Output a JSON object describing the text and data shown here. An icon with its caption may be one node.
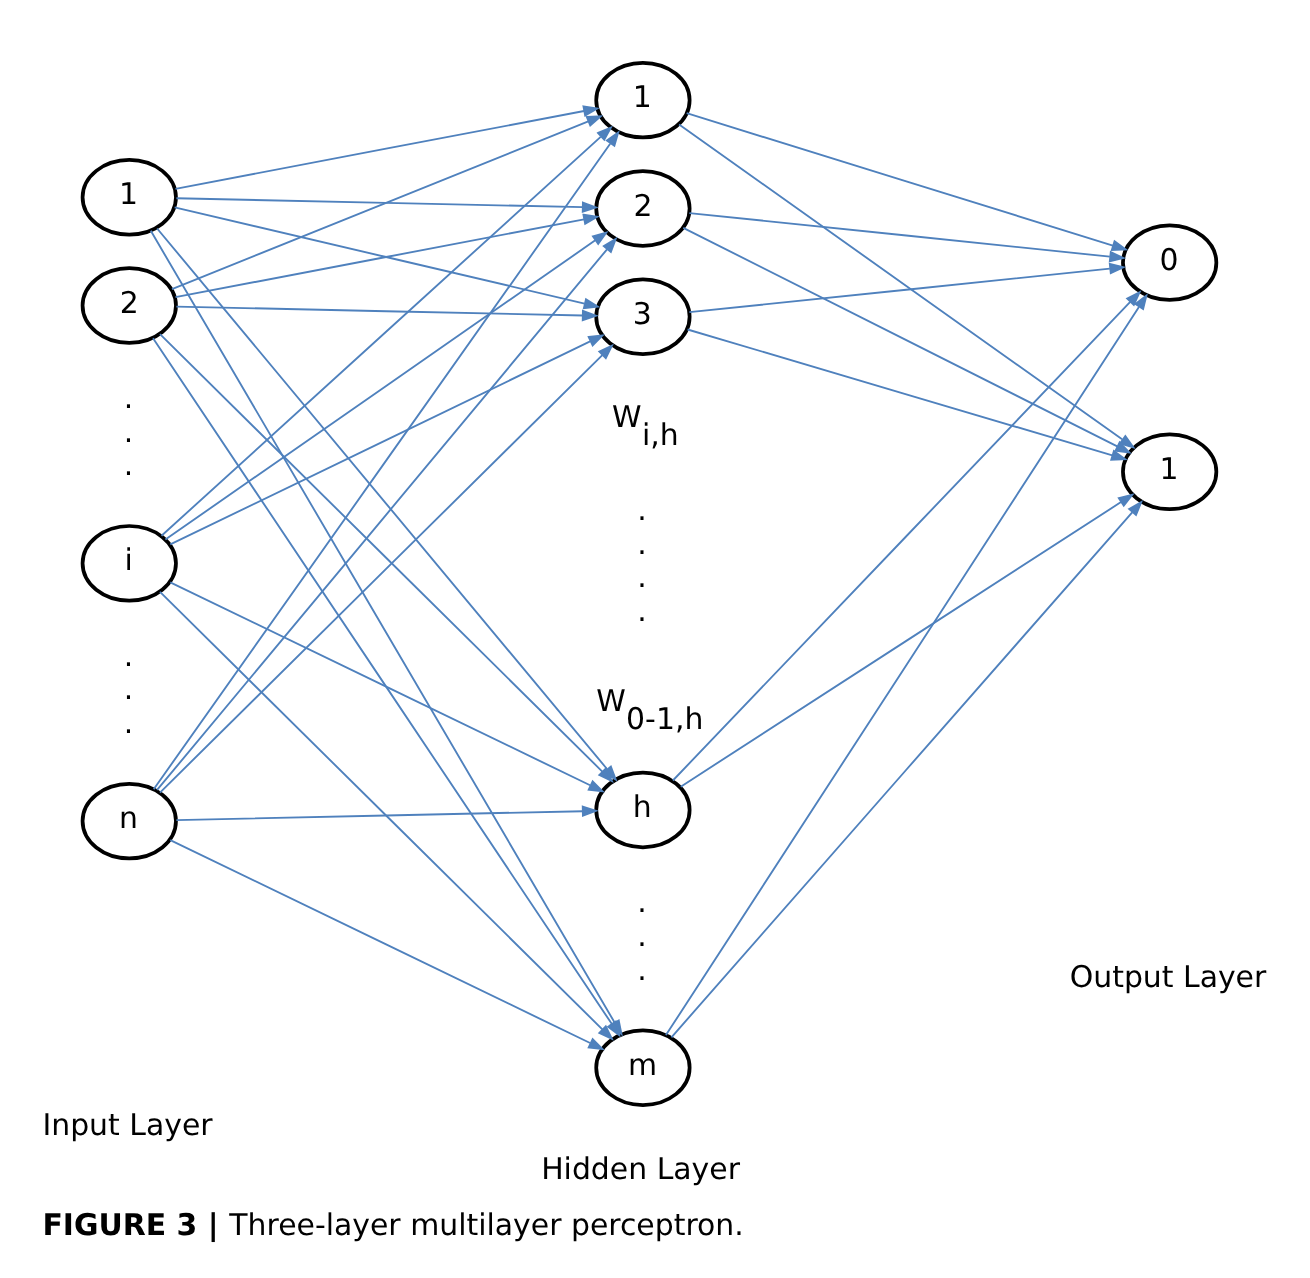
{
  "diagram": {
    "caption": "**FIGURE 3 |** Three-layer multilayer perceptron.",
    "nodes": [
      {
        "text": [
          "1"
        ]
      },
      {
        "text": [
          "2"
        ]
      },
      {
        "text": [
          "i"
        ]
      },
      {
        "text": [
          "n"
        ]
      },
      {
        "text": [
          "1"
        ]
      },
      {
        "text": [
          "2"
        ]
      },
      {
        "text": [
          "3"
        ]
      },
      {
        "text": [
          "h"
        ]
      },
      {
        "text": [
          "m"
        ]
      },
      {
        "text": [
          "0"
        ]
      },
      {
        "text": [
          "1"
        ]
      }
    ],
    "edges": [
      {
        "from": 0,
        "to": 4,
        "arrow": "to"
      },
      {
        "from": 0,
        "to": 5,
        "arrow": "to"
      },
      {
        "from": 0,
        "to": 6,
        "arrow": "to"
      },
      {
        "from": 0,
        "to": 7,
        "arrow": "to"
      },
      {
        "from": 0,
        "to": 8,
        "arrow": "to"
      },
      {
        "from": 1,
        "to": 4,
        "arrow": "to"
      },
      {
        "from": 1,
        "to": 5,
        "arrow": "to"
      },
      {
        "from": 1,
        "to": 6,
        "arrow": "to"
      },
      {
        "from": 1,
        "to": 7,
        "arrow": "to"
      },
      {
        "from": 1,
        "to": 8,
        "arrow": "to"
      },
      {
        "from": 2,
        "to": 4,
        "arrow": "to"
      },
      {
        "from": 2,
        "to": 5,
        "arrow": "to"
      },
      {
        "from": 2,
        "to": 6,
        "arrow": "to"
      },
      {
        "from": 2,
        "to": 7,
        "arrow": "to"
      },
      {
        "from": 2,
        "to": 8,
        "arrow": "to"
      },
      {
        "from": 3,
        "to": 4,
        "arrow": "to"
      },
      {
        "from": 3,
        "to": 5,
        "arrow": "to"
      },
      {
        "from": 3,
        "to": 6,
        "arrow": "to"
      },
      {
        "from": 3,
        "to": 7,
        "arrow": "to"
      },
      {
        "from": 3,
        "to": 8,
        "arrow": "to"
      },
      {
        "from": 4,
        "to": 9,
        "arrow": "to"
      },
      {
        "from": 4,
        "to": 10,
        "arrow": "to"
      },
      {
        "from": 5,
        "to": 9,
        "arrow": "to"
      },
      {
        "from": 5,
        "to": 10,
        "arrow": "to"
      },
      {
        "from": 6,
        "to": 9,
        "arrow": "to"
      },
      {
        "from": 6,
        "to": 10,
        "arrow": "to"
      },
      {
        "from": 7,
        "to": 9,
        "arrow": "to"
      },
      {
        "from": 7,
        "to": 10,
        "arrow": "to"
      },
      {
        "from": 8,
        "to": 9,
        "arrow": "to"
      },
      {
        "from": 8,
        "to": 10,
        "arrow": "to"
      }
    ],
    "labels": [
      ". . .",
      "W$_{i,h}$",
      ". . . .",
      "W$_{0-1,h}$",
      ". . .",
      ". . .",
      "Input Layer",
      "Hidden Layer",
      "Output Layer"
    ]
  }
}
